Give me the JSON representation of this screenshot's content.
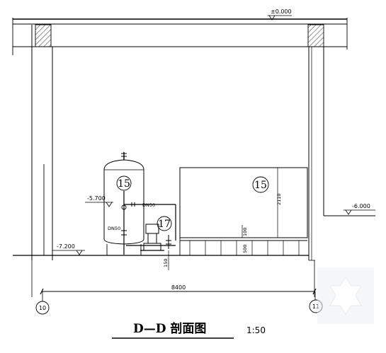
{
  "drawing": {
    "title": "D—D 剖面图",
    "scale": "1:50",
    "levels": {
      "ground": "±0.000",
      "pump_room": "-5.700",
      "right_floor": "-6.000",
      "pit": "-7.200"
    },
    "dimensions": {
      "overall_width": "8400",
      "tank_height": "2110",
      "tank_base_a": "100",
      "tank_base_b": "500",
      "pump_base": "150"
    },
    "pipe_labels": {
      "left_pipe": "DN50",
      "right_pipe": "DN50"
    },
    "equipment_tags": {
      "pressure_tank": "15",
      "water_tank": "15",
      "pump": "17"
    },
    "axes": {
      "left": "10",
      "right": "11"
    }
  }
}
